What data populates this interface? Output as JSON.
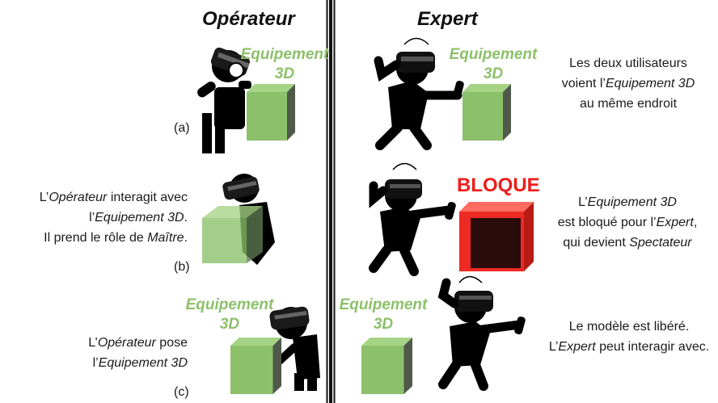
{
  "headers": {
    "left": "Opérateur",
    "right": "Expert"
  },
  "equipment_label": {
    "line1": "Equipement",
    "line2": "3D"
  },
  "row_labels": [
    "(a)",
    "(b)",
    "(c)"
  ],
  "row_a": {
    "desc": [
      "Les deux utilisateurs",
      "voient l’",
      "Equipement 3D",
      "au même endroit"
    ]
  },
  "row_b": {
    "left_desc": [
      "L’",
      "Opérateur",
      " interagit avec",
      "l’",
      "Equipement 3D",
      ".",
      "Il prend le rôle de ",
      "Maître",
      "."
    ],
    "badge": "BLOQUE",
    "right_desc": [
      "L’",
      "Equipement 3D",
      "est bloqué pour l’",
      "Expert",
      ",",
      "qui devient ",
      "Spectateur"
    ]
  },
  "row_c": {
    "left_desc": [
      "L’",
      "Opérateur",
      " pose",
      "l’",
      "Equipement 3D"
    ],
    "right_desc": [
      "Le modèle est libéré.",
      "L’",
      "Expert",
      " peut interagir avec."
    ]
  },
  "colors": {
    "cube_green": "#8cc06a",
    "cube_red": "#ee2a24",
    "text_green": "#8cc06a",
    "badge_red": "#ee1c1c"
  }
}
